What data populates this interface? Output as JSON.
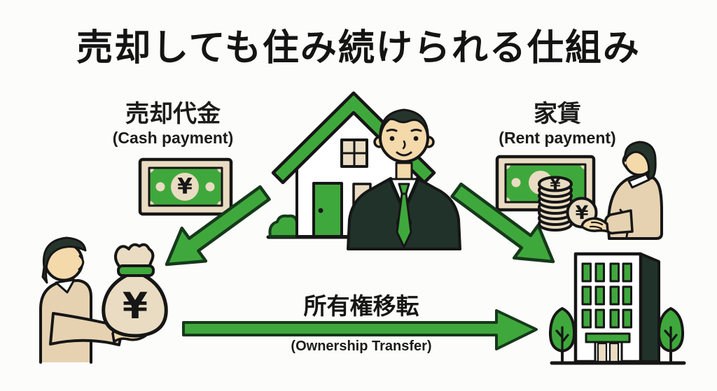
{
  "title": "売却しても住み続けられる仕組み",
  "currency_symbol": "¥",
  "flows": {
    "cash": {
      "label_jp": "売却代金",
      "label_en": "(Cash payment)"
    },
    "rent": {
      "label_jp": "家賃",
      "label_en": "(Rent payment)"
    },
    "ownership": {
      "label_jp": "所有権移転",
      "label_en": "(Ownership Transfer)"
    }
  },
  "colors": {
    "green": "#3fa83c",
    "green_dark": "#16391b",
    "ink": "#161616",
    "cream": "#e9dcc2",
    "skin": "#f4d9ab",
    "shirt": "#e6d2b1",
    "suit": "#20322a",
    "hair": "#26352c",
    "bg": "#fcfcfa"
  }
}
